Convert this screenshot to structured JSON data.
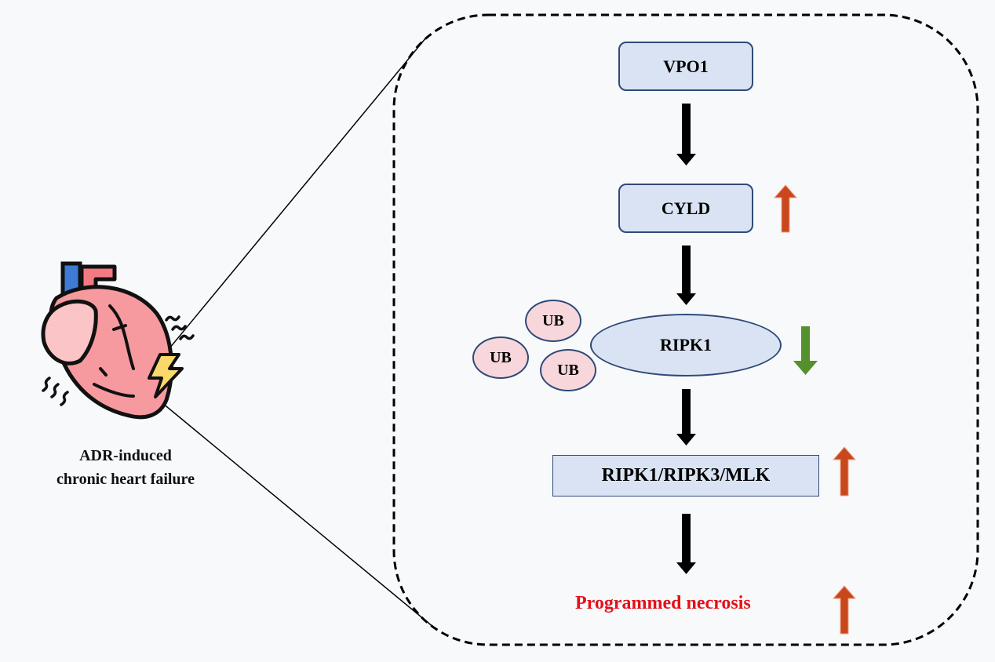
{
  "figure": {
    "left_panel": {
      "icon": "heart-with-lightning-icon",
      "caption_line1": "ADR-induced",
      "caption_line2": "chronic heart failure"
    },
    "pathway": {
      "nodes": [
        {
          "id": "vpo1",
          "label": "VPO1",
          "shape": "rounded-rect",
          "change": "none"
        },
        {
          "id": "cyld",
          "label": "CYLD",
          "shape": "rounded-rect",
          "change": "up"
        },
        {
          "id": "ripk1",
          "label": "RIPK1",
          "shape": "ellipse",
          "change": "down"
        },
        {
          "id": "necrosome",
          "label": "RIPK1/RIPK3/MLK",
          "shape": "rect",
          "change": "up"
        },
        {
          "id": "outcome",
          "label": "Programmed necrosis",
          "shape": "text",
          "change": "up"
        }
      ],
      "ubiquitin_labels": [
        "UB",
        "UB",
        "UB"
      ],
      "edges": [
        {
          "from": "vpo1",
          "to": "cyld"
        },
        {
          "from": "cyld",
          "to": "ripk1"
        },
        {
          "from": "ripk1",
          "to": "necrosome"
        },
        {
          "from": "necrosome",
          "to": "outcome"
        }
      ]
    },
    "colors": {
      "node_fill": "#dae3f3",
      "node_border": "#2f4a78",
      "ub_fill": "#f8d7dc",
      "up_arrow": "#c9471c",
      "down_arrow": "#55902e",
      "outcome_text": "#e3111a"
    }
  }
}
